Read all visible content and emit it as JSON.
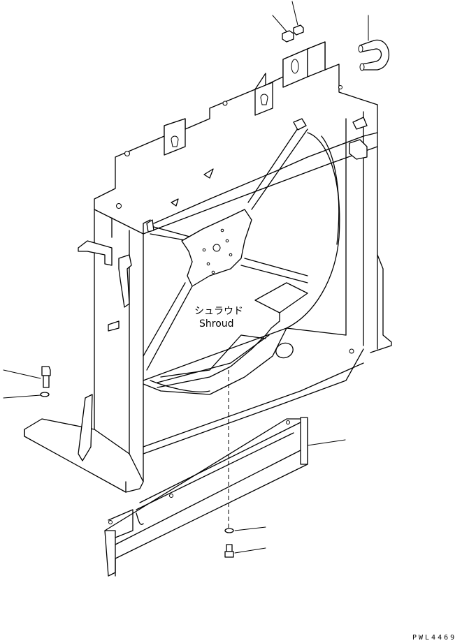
{
  "labels": {
    "shroud_jp": "シュラウド",
    "shroud_en": "Shroud",
    "drawing_code": "PWL4469"
  }
}
